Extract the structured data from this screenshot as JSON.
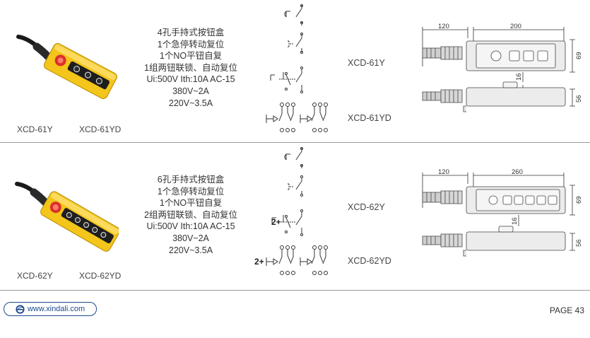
{
  "products": [
    {
      "id": "row1",
      "desc_lines": [
        "4孔手持式按钮盒",
        "1个急停转动复位",
        "1个NO平钮自复",
        "1组两钮联锁、自动复位",
        "Ui:500V   Ith:10A   AC-15",
        "380V~2A",
        "220V~3.5A"
      ],
      "label_a": "XCD-61Y",
      "label_b": "XCD-61YD",
      "model_a": "XCD-61Y",
      "model_b": "XCD-61YD",
      "buttons": 3,
      "dim_cable": "120",
      "dim_body": "200",
      "dim_height": "69",
      "dim_depth": "56",
      "dim_small": "16",
      "prefix_a": "",
      "prefix_b": ""
    },
    {
      "id": "row2",
      "desc_lines": [
        "6孔手持式按钮盒",
        "1个急停转动复位",
        "1个NO平钮自复",
        "2组两钮联锁、自动复位",
        "Ui:500V   Ith:10A   AC-15",
        "380V~2A",
        "220V~3.5A"
      ],
      "label_a": "XCD-62Y",
      "label_b": "XCD-62YD",
      "model_a": "XCD-62Y",
      "model_b": "XCD-62YD",
      "buttons": 5,
      "dim_cable": "120",
      "dim_body": "260",
      "dim_height": "69",
      "dim_depth": "56",
      "dim_small": "16",
      "prefix_a": "2+",
      "prefix_b": "2+"
    }
  ],
  "footer": {
    "website": "www.xindali.com",
    "page": "PAGE 43"
  },
  "colors": {
    "accent": "#1d4a8c",
    "housing": "#f4c51a",
    "stop": "#d9322b"
  }
}
